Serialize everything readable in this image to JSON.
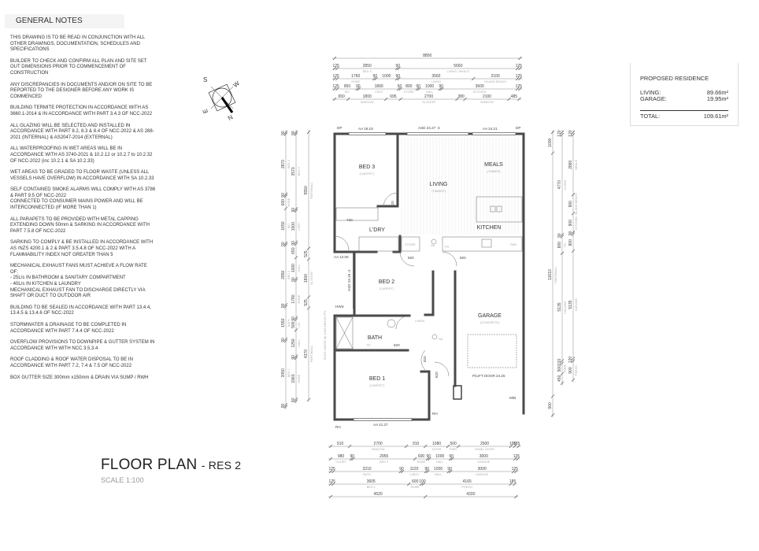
{
  "general_notes": {
    "header": "GENERAL NOTES",
    "items": [
      "THIS DRAWING IS TO BE READ IN CONJUNCTION WITH ALL OTHER DRAWINGS, DOCUMENTATION, SCHEDULES AND SPECIFICATIONS",
      "BUILDER TO CHECK AND CONFIRM ALL PLAN AND SITE SET OUT DIMENSIONS PRIOR TO COMMENCEMENT OF CONSTRUCTION",
      "ANY DISCREPANCIES IN DOCUMENTS AND/OR ON SITE TO BE REPORTED TO THE DESIGNER BEFORE ANY WORK IS COMMENCED",
      "BUILDING TERMITE PROTECTION IN ACCORDANCE WITH AS 3660.1-2014 & IN ACCORDANCE WITH PART 3.4.3 OF NCC-2022",
      "ALL GLAZING WILL BE SELECTED AND INSTALLED IN ACCORDANCE WITH PART 8.2, 8.3 & 8.4 OF NCC-2022 & AS 288-2021 (INTERNAL)  & AS2047-2014 (EXTERNAL)",
      "ALL WATERPROOFING IN WET AREAS WILL BE IN ACCORDANCE WITH AS 3740-2021 & 10.2.12 or 10.2.7 to 10.2.32 OF NCC-2022 (inc 10.2.1 & SA 10.2.33)",
      "WET AREAS TO BE GRADED TO FLOOR WASTE (UNLESS ALL VESSELS HAVE OVERFLOW) IN ACCORDANCE WITH SA 10.2.33",
      "SELF CONTAINED SMOKE ALARMS WILL COMPLY WITH AS 3786 & PART 9.5  OF NCC-2022\nCONNECTED TO CONSUMER MAINS POWER AND WILL BE INTERCONNECTED  (IF MORE THAN 1)",
      "ALL PARAPETS TO BE PROVIDED WITH METAL CAPPING EXTENDING DOWN 50mm & SARKING IN ACCORDANCE WITH PART 7.5.8 OF NCC-2022",
      "SARKING TO COMPLY & BE INSTALLED IN ACCORDANCE WITH AS /NZS 4200.1 & 2 & PART 3.5.4.8 OF NCC-2022 WITH A FLAMMABILITY INDEX NOT GREATER THAN 5",
      "MECHANICAL EXHAUST FANS MUST ACHIEVE A FLOW RATE OF:\n-        25L/s IN BATHROOM & SANITARY COMPARTMENT\n-        40L/s IN KITCHEN & LAUNDRY\nMECHANICAL EXHAUST FAN TO DISCHARGE DIRECTLY VIA SHAFT OR DUCT TO OUTDOOR AIR",
      "BUILDING TO BE SEALED IN ACCORDANCE WITH PART 13.4.4, 13.4.5 & 13.4.6 OF NCC-2022",
      "STORMWATER & DRAINAGE TO BE COMPLETED IN ACCORDANCE WITH PART 7.4.4 OF NCC-2022",
      "OVERFLOW PROVISIONS TO DOWNPIPE & GUTTER SYSTEM IN ACCORDANCE WITH WITH NCC 3.5.3.4",
      "ROOF CLADDING & ROOF WATER DISPOSAL TO BE IN ACCORDANCE WITH PART 7.2, 7.4 & 7.5 OF NCC-2022",
      "BOX GUTTER SIZE 300mm x150mm & DRAIN VIA SUMP / RWH"
    ]
  },
  "compass": {
    "letters": {
      "n": "N",
      "s": "S",
      "e": "E",
      "w": "W"
    }
  },
  "title": {
    "main": "FLOOR PLAN",
    "sub": "- RES 2",
    "scale": "SCALE 1:100"
  },
  "areas": {
    "heading": "PROPOSED RESIDENCE",
    "living_label": "LIVING:",
    "living_value": "89.66m²",
    "garage_label": "GARAGE:",
    "garage_value": "19.95m²",
    "total_label": "TOTAL:",
    "total_value": "109.61m²"
  },
  "rooms": {
    "bed3": {
      "name": "BED 3",
      "finish": "(CARPET)"
    },
    "living": {
      "name": "LIVING",
      "finish": "(TIMBER)"
    },
    "meals": {
      "name": "MEALS",
      "finish": "(TIMBER)"
    },
    "kitchen": {
      "name": "KITCHEN"
    },
    "laundry": {
      "name": "L'DRY"
    },
    "store": {
      "name": "STORE"
    },
    "bed2": {
      "name": "BED 2",
      "finish": "(CARPET)"
    },
    "garage": {
      "name": "GARAGE",
      "finish": "(CONCRETE)"
    },
    "bath": {
      "name": "BATH"
    },
    "linen": {
      "name": "LINEN"
    },
    "bed1": {
      "name": "BED 1",
      "finish": "(CARPET)"
    }
  },
  "annotations": {
    "dp": "DP",
    "aa_bed3": "AA 18.18",
    "asd_living": "ASD 24.27 -3",
    "aa_meals": "AA 24.21",
    "aa_wc": "AA 12.06",
    "asd_bed2": "ASD 24.18 -2",
    "hws": "HWS",
    "aa_bed1": "AA 21.27",
    "rh": "RH",
    "mb": "M/B",
    "garage_door": "P/LIFT DOOR 24.25",
    "sa": "SA",
    "fr": "FR",
    "pan": "PAN",
    "tr": "TR",
    "door_720": "720",
    "door_820": "820",
    "ledge": "TILED LEDGE @ 1000 ABOVE FFL"
  },
  "dimensions_top": [
    [
      {
        "v": 8850,
        "l": ""
      }
    ],
    [
      {
        "v": 125
      },
      {
        "v": 2850,
        "l": "BED 3"
      },
      {
        "v": 90
      },
      {
        "v": 5660,
        "l": "LIVING / MEALS"
      },
      {
        "v": 125
      }
    ],
    [
      {
        "v": 125
      },
      {
        "v": 1760,
        "l": "ROBE"
      },
      {
        "v": 90
      },
      {
        "v": 1000
      },
      {
        "v": 90
      },
      {
        "v": 3560,
        "l": "LIVING"
      },
      {
        "v": 2100,
        "l": "ISLAND BENCH"
      },
      {
        "v": 125
      }
    ],
    [
      {
        "v": 125
      },
      {
        "v": 950,
        "l": "WC"
      },
      {
        "v": 90
      },
      {
        "v": 1890,
        "l": "L'DRY"
      },
      {
        "v": 90
      },
      {
        "v": 800,
        "l": "STORE"
      },
      {
        "v": 90
      },
      {
        "v": 1000,
        "l": "HALL"
      },
      {
        "v": 90
      },
      {
        "v": 3600,
        "l": "KITCHEN"
      },
      {
        "v": 125
      }
    ],
    [
      {
        "v": 650
      },
      {
        "v": 1800,
        "l": "WINDOW"
      },
      {
        "v": 695
      },
      {
        "v": 2700,
        "l": "SL DOOR"
      },
      {
        "v": 380
      },
      {
        "v": 2100,
        "l": "WINDOW"
      },
      {
        "v": 485
      }
    ]
  ],
  "dimensions_bottom": [
    [
      {
        "v": 910
      },
      {
        "v": 2700,
        "l": "WINDOW"
      },
      {
        "v": 910
      },
      {
        "v": 1080,
        "l": "DOOR"
      },
      {
        "v": 500,
        "l": "PIER"
      },
      {
        "v": 2500,
        "l": "PANEL DOOR"
      },
      {
        "v": 185
      },
      {
        "v": 185
      }
    ],
    [
      {
        "v": 980,
        "l": "COURT"
      },
      {
        "v": 90
      },
      {
        "v": 2955,
        "l": "BED 2"
      },
      {
        "v": 600,
        "l": "ROBE"
      },
      {
        "v": 90
      },
      {
        "v": 1000,
        "l": "HALL"
      },
      {
        "v": 90
      },
      {
        "v": 3000,
        "l": "GARAGE"
      },
      {
        "v": 125
      }
    ],
    [
      {
        "v": 125
      },
      {
        "v": 3210,
        "l": "BATH"
      },
      {
        "v": 90
      },
      {
        "v": 1120,
        "l": "LINEN"
      },
      {
        "v": 90
      },
      {
        "v": 1000,
        "l": "HALL"
      },
      {
        "v": 90
      },
      {
        "v": 3000,
        "l": "GARAGE"
      },
      {
        "v": 125
      }
    ],
    [
      {
        "v": 125
      },
      {
        "v": 3605,
        "l": "BED 1"
      },
      {
        "v": 600,
        "l": "ROBE"
      },
      {
        "v": 100
      },
      {
        "v": 4165,
        "l": "PORCH"
      },
      {
        "v": 185
      }
    ],
    [
      {
        "v": 4520
      },
      {
        "v": 4330
      }
    ]
  ],
  "dimensions_left": [
    [
      {
        "v": 90
      },
      {
        "v": 2870,
        "l": "BED 3"
      },
      {
        "v": 90
      },
      {
        "v": 600,
        "l": "ROBE"
      },
      {
        "v": 1650,
        "l": "WC"
      },
      {
        "v": 90
      },
      {
        "v": 2850,
        "l": "BED 2"
      },
      {
        "v": 90
      },
      {
        "v": 1550,
        "l": "BATH"
      },
      {
        "v": 90
      },
      {
        "v": 3050,
        "l": "BED 1"
      },
      {
        "v": 90
      }
    ],
    [
      {
        "v": 90
      },
      {
        "v": 3570,
        "l": "BED 3"
      },
      {
        "v": 90
      },
      {
        "v": 1500,
        "l": "L'DRY"
      },
      {
        "v": 90
      },
      {
        "v": 650
      },
      {
        "v": 1000,
        "l": "HALL"
      },
      {
        "v": 90
      },
      {
        "v": 1780,
        "l": "ROBE"
      },
      {
        "v": 90
      },
      {
        "v": 500,
        "l": "LIN"
      },
      {
        "v": 1250,
        "l": "HALL"
      },
      {
        "v": 90
      },
      {
        "v": 1960,
        "l": "ROBE"
      },
      {
        "v": 90
      }
    ],
    [
      {
        "v": 5550,
        "l": "PARTIWALL"
      },
      {
        "v": 525
      },
      {
        "v": 1800,
        "l": "SL DOOR"
      },
      {
        "v": 525
      },
      {
        "v": 4370,
        "l": "PARTIWALL"
      }
    ]
  ],
  "dimensions_right": [
    [
      {
        "v": 1000
      },
      {
        "v": 11610,
        "l": "PARTIWALL"
      },
      {
        "v": 900
      }
    ],
    [
      {
        "v": 120
      },
      {
        "v": 4770,
        "l": "LIVING"
      },
      {
        "v": 90
      },
      {
        "v": 800,
        "l": "FH"
      },
      {
        "v": 5135,
        "l": "HALLWAY"
      },
      {
        "v": 120
      },
      {
        "v": 500,
        "l": "PIER"
      },
      {
        "v": 450
      }
    ],
    [
      {
        "v": 120
      },
      {
        "v": 2860,
        "l": "MEALS"
      },
      {
        "v": 900,
        "l": "ISLAND BENCH"
      },
      {
        "v": 900,
        "l": "KITCHEN"
      },
      {
        "v": 90
      },
      {
        "v": 800
      },
      {
        "v": 5135,
        "l": "GARAGE"
      },
      {
        "v": 120
      },
      {
        "v": 900,
        "l": "PORCH"
      }
    ]
  ]
}
